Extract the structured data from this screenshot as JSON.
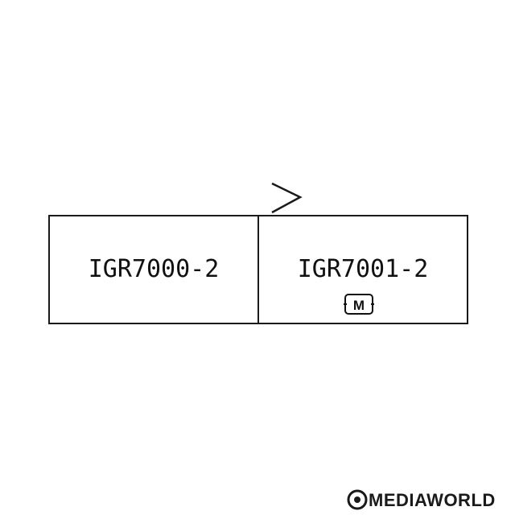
{
  "diagram": {
    "direction_marker": "forward-chevron",
    "cars": [
      {
        "label": "IGR7000-2",
        "motor_badge": ""
      },
      {
        "label": "IGR7001-2",
        "motor_badge": "M"
      }
    ],
    "line_color": "#1a1a1a",
    "background": "#ffffff"
  },
  "watermark": {
    "text": "MEDIAWORLD",
    "icon": "medal-logo-icon"
  }
}
